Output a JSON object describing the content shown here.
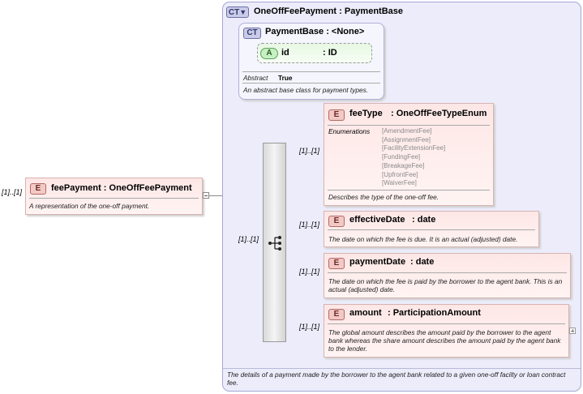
{
  "outer_type": {
    "badge": "CT",
    "title": "OneOffFeePayment : PaymentBase",
    "documentation": "The details of a payment made by the borrower to the agent bank related to a given one-off facilty or loan contract fee."
  },
  "base_type": {
    "badge": "CT",
    "title": "PaymentBase : <None>",
    "attribute": {
      "badge": "A",
      "name": "id",
      "type": ": ID"
    },
    "abstract_label": "Abstract",
    "abstract_value": "True",
    "documentation": "An abstract base class for payment types."
  },
  "root_element": {
    "cardinality": "[1]..[1]",
    "badge": "E",
    "title": "feePayment : OneOffFeePayment",
    "documentation": "A representation of the one-off payment."
  },
  "sequence": {
    "cardinality": "[1]..[1]"
  },
  "elements": [
    {
      "badge": "E",
      "title": "feeType",
      "type": ": OneOffFeeTypeEnum",
      "cardinality": "[1]..[1]",
      "enumerations_label": "Enumerations",
      "enumerations": [
        "[AmendmentFee]",
        "[AssignmentFee]",
        "[FacilityExtensionFee]",
        "[FundingFee]",
        "[BreakageFee]",
        "[UpfrontFee]",
        "[WaiverFee]"
      ],
      "documentation": "Describes the type of the one-off fee."
    },
    {
      "badge": "E",
      "title": "effectiveDate",
      "type": ": date",
      "cardinality": "[1]..[1]",
      "documentation": "The date on which the fee is due. It is an actual (adjusted) date."
    },
    {
      "badge": "E",
      "title": "paymentDate",
      "type": ": date",
      "cardinality": "[1]..[1]",
      "documentation": "The date on which the fee is paid by the borrower to the agent bank. This is an actual (adjusted) date."
    },
    {
      "badge": "E",
      "title": "amount",
      "type": ": ParticipationAmount",
      "cardinality": "[1]..[1]",
      "documentation": "The global amount describes the amount paid by the borrower to the agent bank whereas the share amount describes the amount paid by the agent bank to the lender."
    }
  ]
}
